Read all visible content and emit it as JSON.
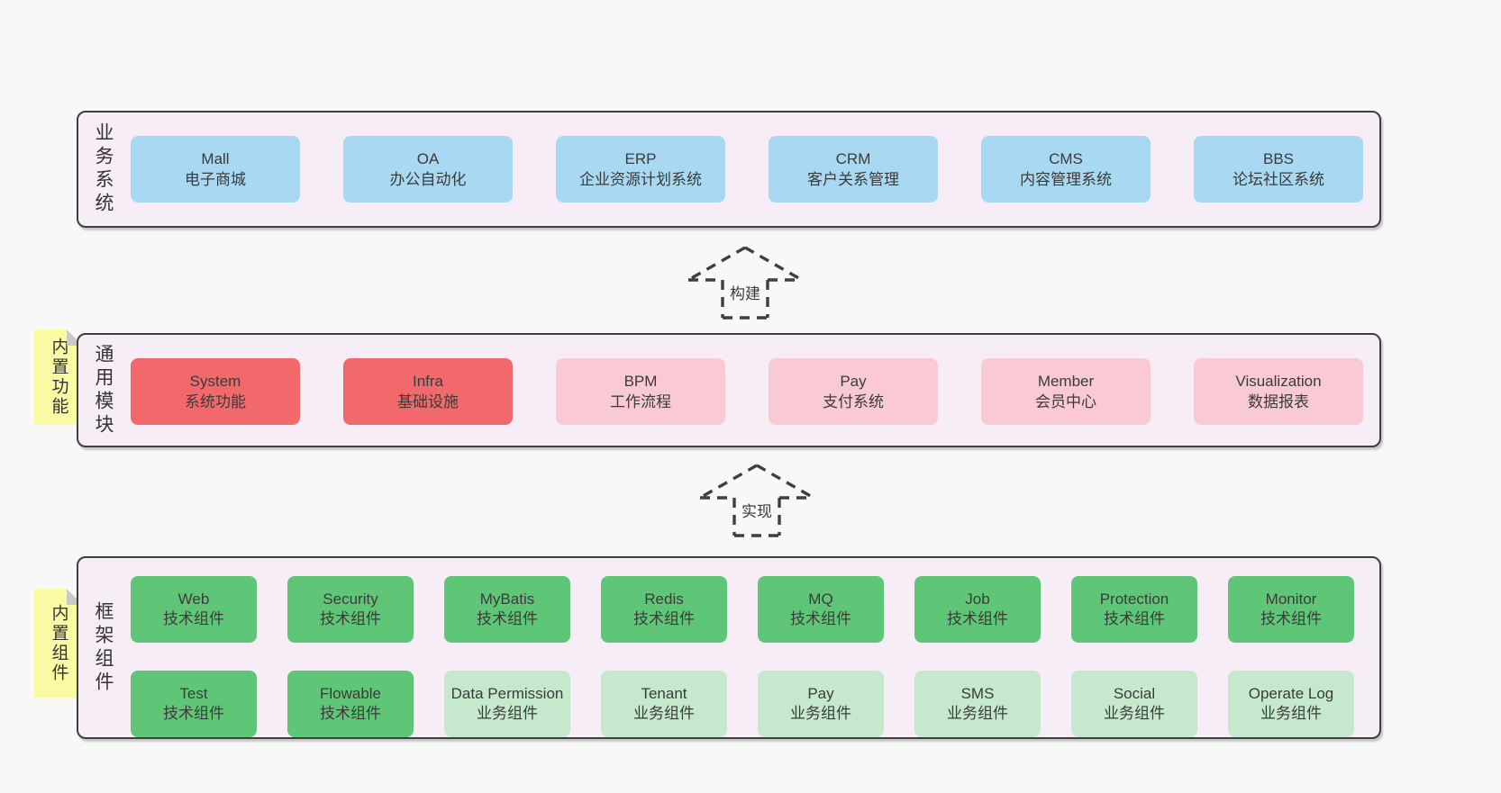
{
  "colors": {
    "page_bg": "#f8f8f8",
    "panel_bg": "#f7edf6",
    "panel_border": "#3f3f3f",
    "blue": "#a9d9f2",
    "red": "#f1696b",
    "pink": "#f9cad3",
    "green": "#60c677",
    "green_light": "#c6e9ce",
    "note_yellow": "#fafaa4",
    "note_fold": "#c9c9c9",
    "text": "#3b3b3b"
  },
  "sections": {
    "business": {
      "label": "业务系统",
      "items": [
        {
          "title": "Mall",
          "subtitle": "电子商城",
          "variant": "blue"
        },
        {
          "title": "OA",
          "subtitle": "办公自动化",
          "variant": "blue"
        },
        {
          "title": "ERP",
          "subtitle": "企业资源计划系统",
          "variant": "blue"
        },
        {
          "title": "CRM",
          "subtitle": "客户关系管理",
          "variant": "blue"
        },
        {
          "title": "CMS",
          "subtitle": "内容管理系统",
          "variant": "blue"
        },
        {
          "title": "BBS",
          "subtitle": "论坛社区系统",
          "variant": "blue"
        }
      ]
    },
    "modules": {
      "label": "通用模块",
      "note": "内置功能",
      "items": [
        {
          "title": "System",
          "subtitle": "系统功能",
          "variant": "red"
        },
        {
          "title": "Infra",
          "subtitle": "基础设施",
          "variant": "red"
        },
        {
          "title": "BPM",
          "subtitle": "工作流程",
          "variant": "pink"
        },
        {
          "title": "Pay",
          "subtitle": "支付系统",
          "variant": "pink"
        },
        {
          "title": "Member",
          "subtitle": "会员中心",
          "variant": "pink"
        },
        {
          "title": "Visualization",
          "subtitle": "数据报表",
          "variant": "pink"
        }
      ]
    },
    "components": {
      "label": "框架组件",
      "note": "内置组件",
      "rows": [
        [
          {
            "title": "Web",
            "subtitle": "技术组件",
            "variant": "green"
          },
          {
            "title": "Security",
            "subtitle": "技术组件",
            "variant": "green"
          },
          {
            "title": "MyBatis",
            "subtitle": "技术组件",
            "variant": "green"
          },
          {
            "title": "Redis",
            "subtitle": "技术组件",
            "variant": "green"
          },
          {
            "title": "MQ",
            "subtitle": "技术组件",
            "variant": "green"
          },
          {
            "title": "Job",
            "subtitle": "技术组件",
            "variant": "green"
          },
          {
            "title": "Protection",
            "subtitle": "技术组件",
            "variant": "green"
          },
          {
            "title": "Monitor",
            "subtitle": "技术组件",
            "variant": "green"
          }
        ],
        [
          {
            "title": "Test",
            "subtitle": "技术组件",
            "variant": "green"
          },
          {
            "title": "Flowable",
            "subtitle": "技术组件",
            "variant": "green"
          },
          {
            "title": "Data Permission",
            "subtitle": "业务组件",
            "variant": "green-light"
          },
          {
            "title": "Tenant",
            "subtitle": "业务组件",
            "variant": "green-light"
          },
          {
            "title": "Pay",
            "subtitle": "业务组件",
            "variant": "green-light"
          },
          {
            "title": "SMS",
            "subtitle": "业务组件",
            "variant": "green-light"
          },
          {
            "title": "Social",
            "subtitle": "业务组件",
            "variant": "green-light"
          },
          {
            "title": "Operate Log",
            "subtitle": "业务组件",
            "variant": "green-light"
          }
        ]
      ]
    }
  },
  "arrows": [
    {
      "label": "构建"
    },
    {
      "label": "实现"
    }
  ]
}
